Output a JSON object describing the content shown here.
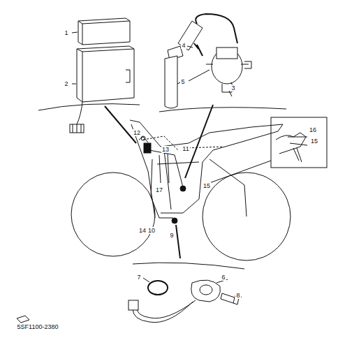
{
  "diagram": {
    "labels": [
      "1",
      "2",
      "4",
      "5",
      "3",
      "12",
      "13",
      "11",
      "16",
      "15",
      "15",
      "17",
      "14",
      "10",
      "9",
      "7",
      "6",
      "8",
      "5SF1100-2380"
    ]
  }
}
